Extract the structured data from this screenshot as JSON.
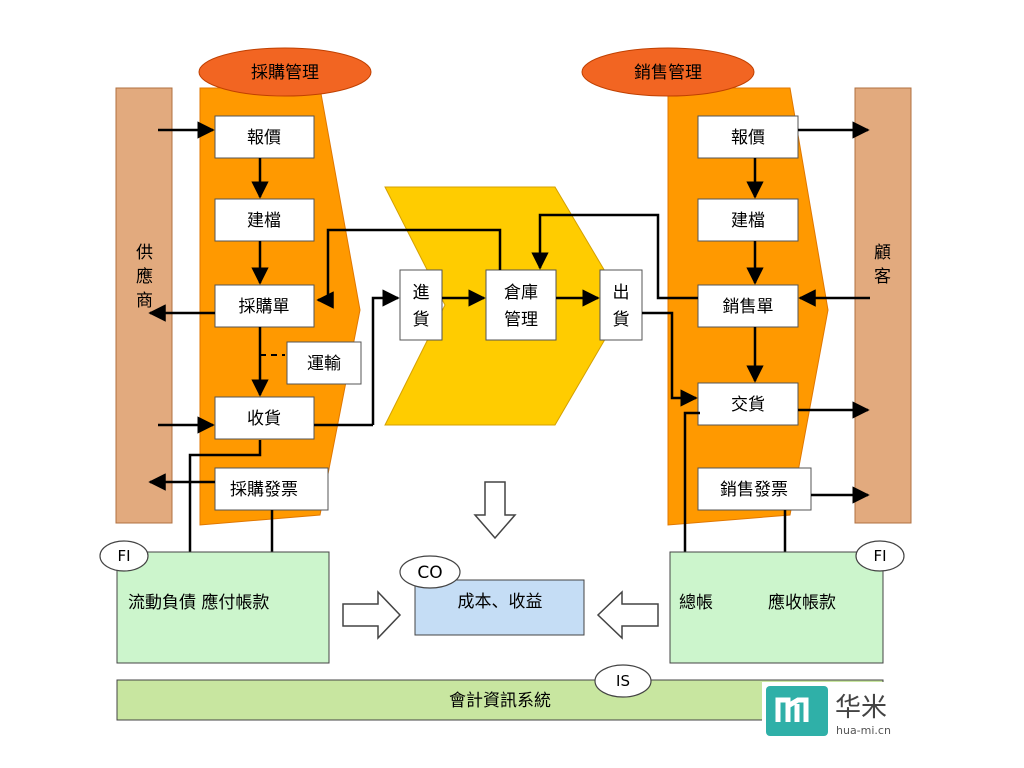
{
  "purchasing": {
    "title": "採購管理",
    "steps": [
      "報價",
      "建檔",
      "採購單",
      "收貨",
      "採購發票"
    ],
    "transport": "運輸"
  },
  "sales": {
    "title": "銷售管理",
    "steps": [
      "報價",
      "建檔",
      "銷售單",
      "交貨",
      "銷售發票"
    ]
  },
  "supplier": "供應商",
  "customer": "顧客",
  "warehouse": {
    "inbound": "進貨",
    "management": "倉庫管理",
    "outbound": "出貨"
  },
  "fi_left": {
    "tag": "FI",
    "text": "流動負債  應付帳款"
  },
  "fi_right": {
    "tag": "FI",
    "text_left": "總帳",
    "text_right": "應收帳款"
  },
  "co": {
    "tag": "CO",
    "text": "成本、收益"
  },
  "is": {
    "tag": "IS",
    "text": "會計資訊系統"
  },
  "watermark": {
    "brand": "华米",
    "url": "hua-mi.cn"
  },
  "colors": {
    "orange": "#FF9900",
    "title_ellipse": "#F26522",
    "tan": "#E2AA7E",
    "yellow": "#FFCC00",
    "green": "#CCF5CC",
    "blue": "#C5DDF5",
    "is_bar": "#C8E6A0",
    "teal": "#2FB0A8"
  }
}
